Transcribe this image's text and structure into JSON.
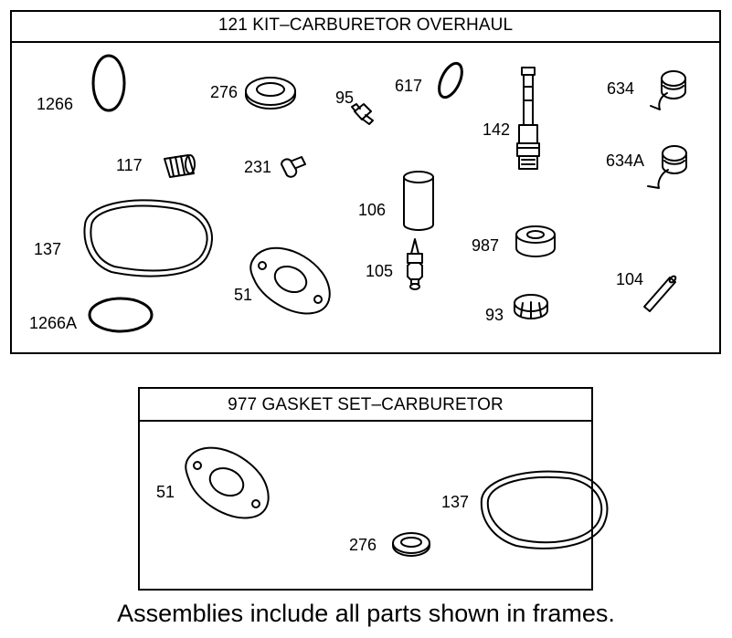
{
  "kit": {
    "title": "121 KIT–CARBURETOR OVERHAUL",
    "parts": [
      "1266",
      "276",
      "95",
      "617",
      "142",
      "634",
      "117",
      "231",
      "634A",
      "106",
      "137",
      "987",
      "105",
      "51",
      "104",
      "1266A",
      "93"
    ]
  },
  "gasket_set": {
    "title": "977 GASKET SET–CARBURETOR",
    "parts": [
      "51",
      "137",
      "276"
    ]
  },
  "footer": "Assemblies include all parts shown in frames."
}
